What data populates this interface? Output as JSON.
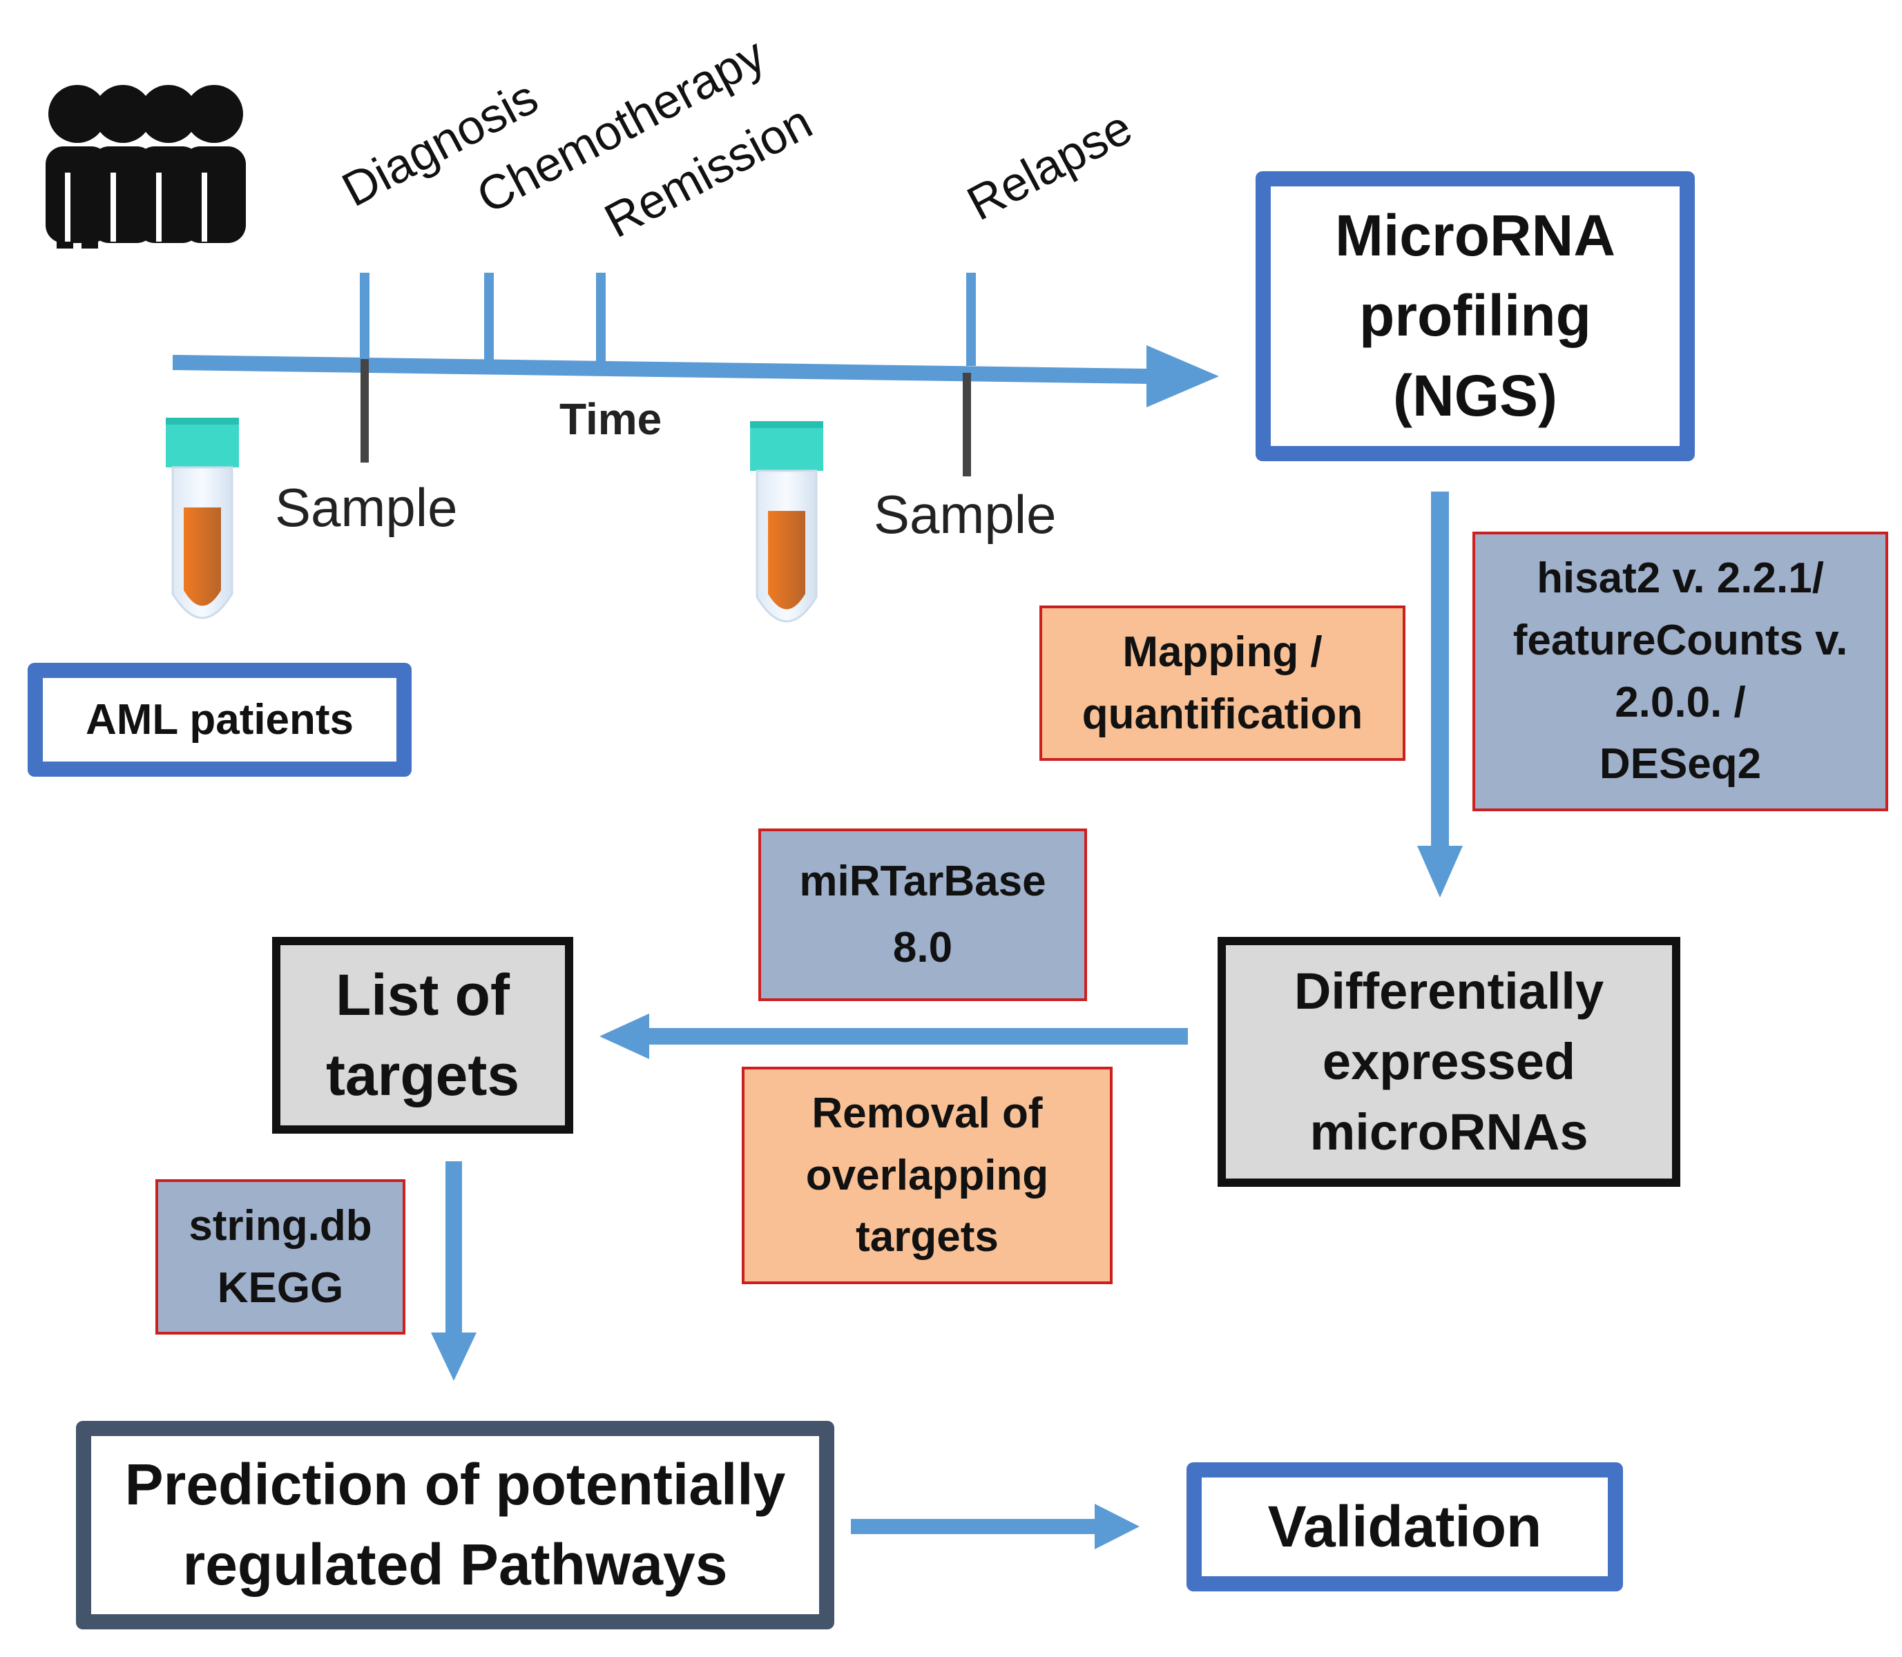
{
  "timeline": {
    "events": [
      "Diagnosis",
      "Chemotherapy",
      "Remission",
      "Relapse"
    ],
    "axis_label": "Time",
    "sample_label": "Sample"
  },
  "boxes": {
    "aml_patients": "AML patients",
    "microrna_profiling": "MicroRNA\nprofiling\n(NGS)",
    "mapping": "Mapping /\nquantification",
    "tools_mapping": "hisat2 v. 2.2.1/\nfeatureCounts v.\n2.0.0. /\nDESeq2",
    "de_micrornas": "Differentially\nexpressed\nmicroRNAs",
    "mirtarbase": "miRTarBase\n8.0",
    "removal": "Removal of\noverlapping\ntargets",
    "list_targets": "List of\ntargets",
    "string_kegg": "string.db\nKEGG",
    "prediction": "Prediction of potentially\nregulated Pathways",
    "validation": "Validation"
  },
  "colors": {
    "arrow_blue": "#5B9BD5",
    "frame_blue": "#4472C4",
    "tool_blue": "#9fb0cb",
    "tool_orange": "#f8c094",
    "tool_border": "#cc1f1f"
  }
}
